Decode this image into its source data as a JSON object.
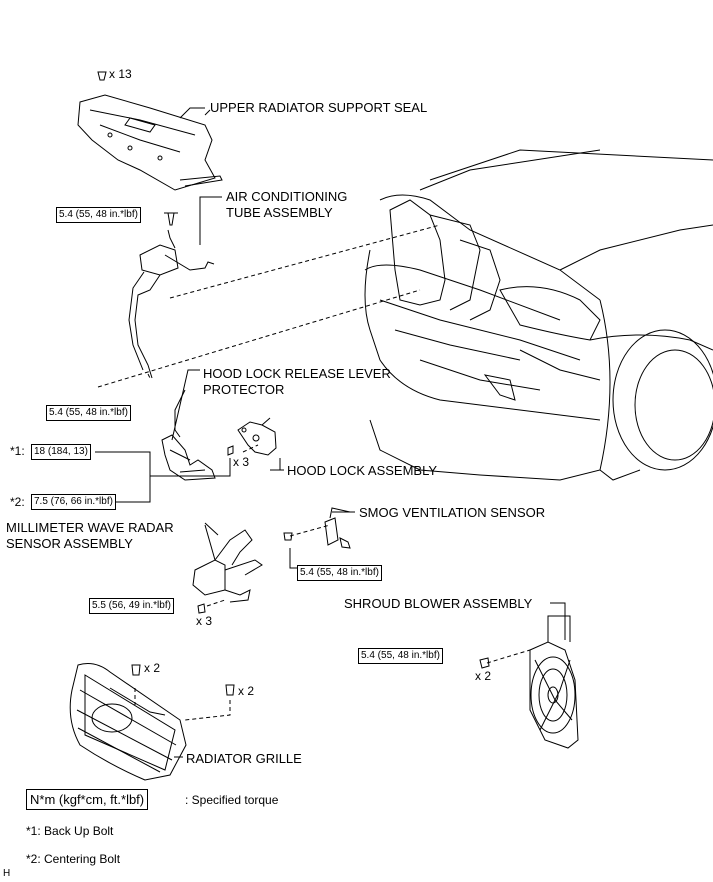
{
  "parts": {
    "upper_radiator_support_seal": "UPPER RADIATOR SUPPORT SEAL",
    "air_conditioning_tube_line1": "AIR CONDITIONING",
    "air_conditioning_tube_line2": "TUBE ASSEMBLY",
    "hood_lock_release_lever_line1": "HOOD LOCK RELEASE LEVER",
    "hood_lock_release_lever_line2": "PROTECTOR",
    "hood_lock_assembly": "HOOD LOCK ASSEMBLY",
    "smog_ventilation_sensor": "SMOG VENTILATION SENSOR",
    "millimeter_wave_line1": "MILLIMETER WAVE RADAR",
    "millimeter_wave_line2": "SENSOR ASSEMBLY",
    "shroud_blower_assembly": "SHROUD BLOWER ASSEMBLY",
    "radiator_grille": "RADIATOR GRILLE"
  },
  "quantities": {
    "seal_clips": "x 13",
    "hood_lock_bolts": "x 3",
    "radar_bolts": "x 3",
    "grille_clips_a": "x 2",
    "grille_clips_b": "x 2",
    "shroud_bolts": "x 2"
  },
  "torques": {
    "ac_upper": "5.4 (55, 48 in.*lbf)",
    "ac_lower": "5.4 (55, 48 in.*lbf)",
    "back_up_bolt": "18 (184, 13)",
    "centering_bolt": "7.5 (76, 66 in.*lbf)",
    "smog_sensor": "5.4 (55, 48 in.*lbf)",
    "radar_sensor": "5.5 (56, 49 in.*lbf)",
    "shroud_blower": "5.4 (55, 48 in.*lbf)"
  },
  "bolt_markers": {
    "back_up": "*1:",
    "centering": "*2:"
  },
  "legend": {
    "unit_box": "N*m (kgf*cm, ft.*lbf)",
    "unit_desc": ": Specified torque",
    "note1": "*1: Back Up Bolt",
    "note2": "*2: Centering Bolt"
  },
  "corner_code": "H"
}
